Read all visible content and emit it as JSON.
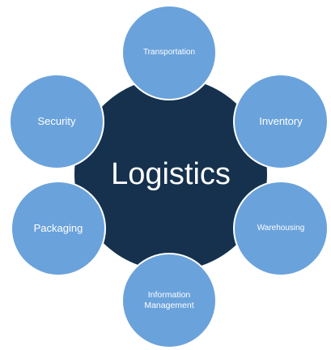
{
  "diagram": {
    "center_label": "Logistics",
    "nodes": [
      {
        "id": "transportation",
        "label": "Transportation"
      },
      {
        "id": "inventory",
        "label": "Inventory"
      },
      {
        "id": "warehousing",
        "label": "Warehousing"
      },
      {
        "id": "information-management",
        "label": "Information Management"
      },
      {
        "id": "packaging",
        "label": "Packaging"
      },
      {
        "id": "security",
        "label": "Security"
      }
    ],
    "colors": {
      "center_fill": "#15314e",
      "node_fill": "#6aa2db",
      "node_border": "#ffffff",
      "text": "#ffffff"
    }
  }
}
